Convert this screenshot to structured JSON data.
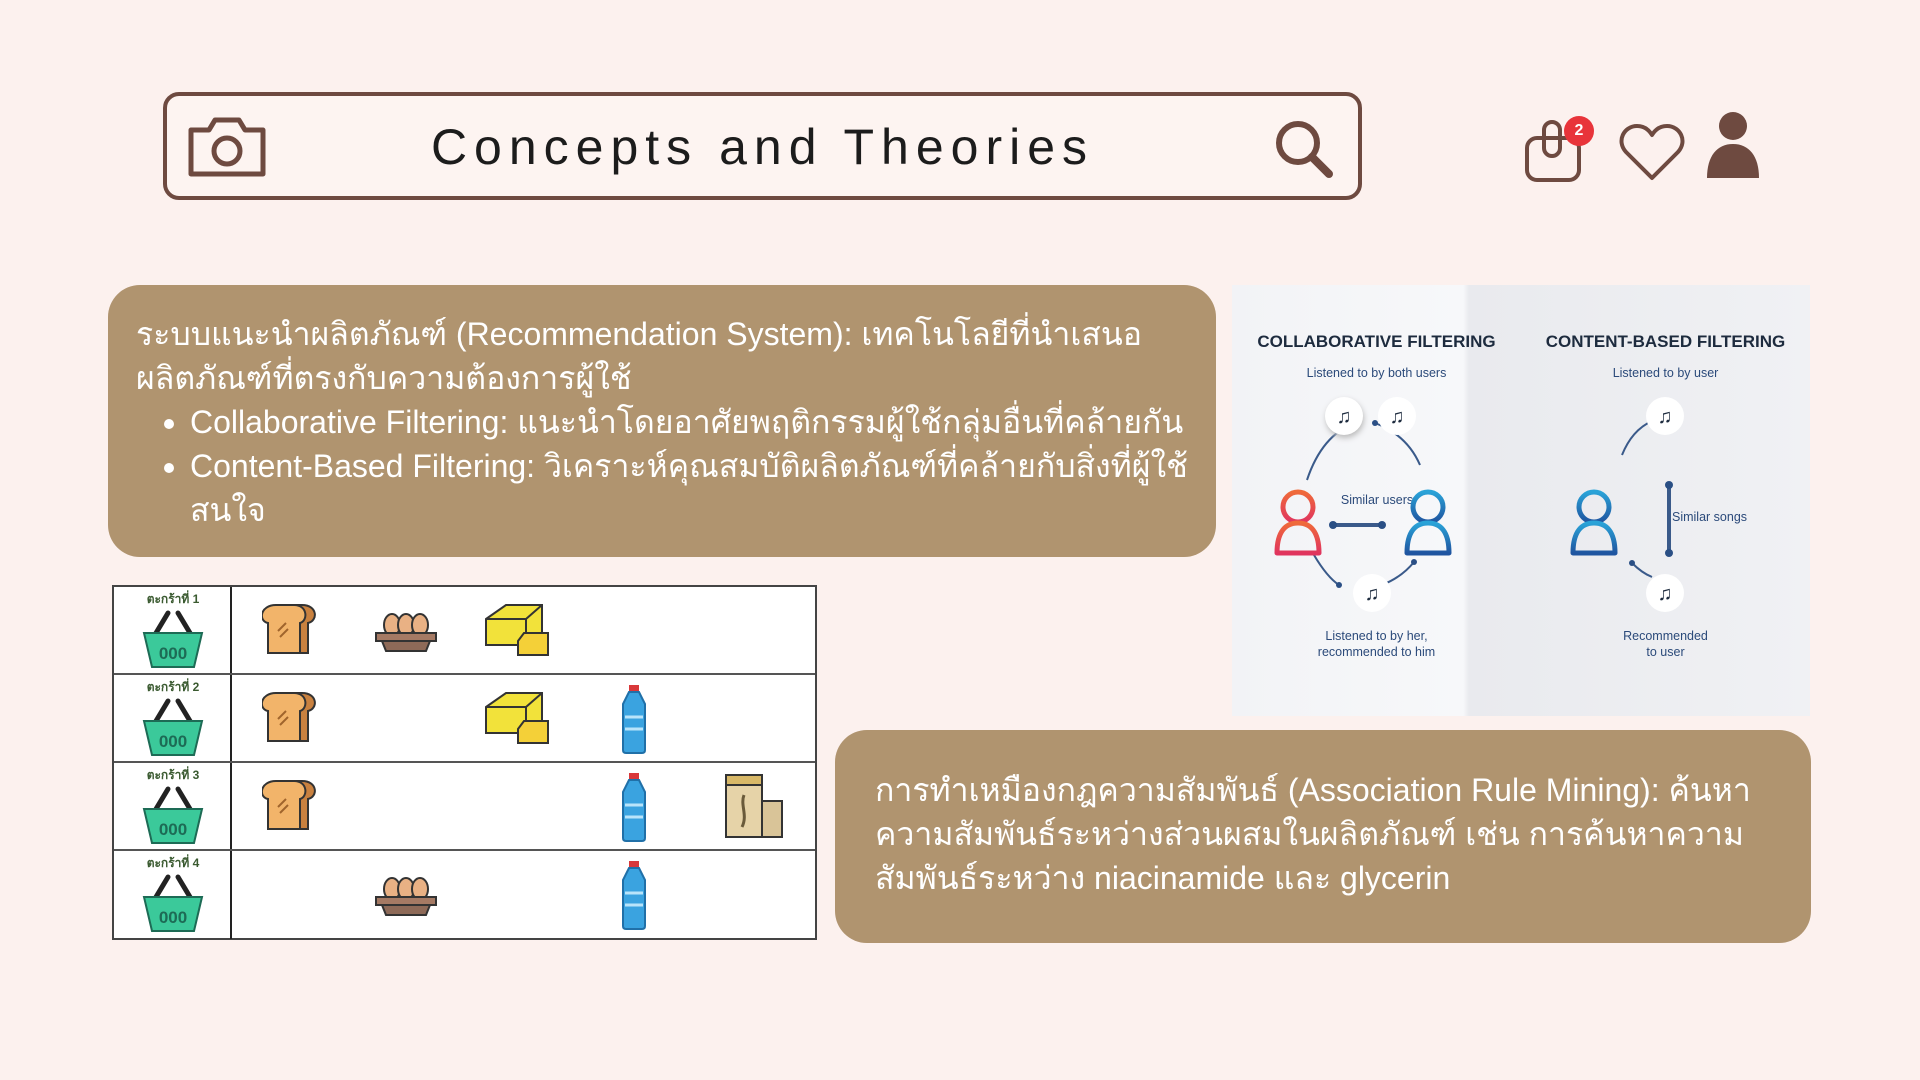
{
  "header": {
    "title": "Concepts and Theories",
    "cart_count": "2"
  },
  "box1": {
    "intro": "ระบบแนะนำผลิตภัณฑ์ (Recommendation System): เทคโนโลยีที่นำเสนอผลิตภัณฑ์ที่ตรงกับความต้องการผู้ใช้",
    "bullets": [
      "Collaborative Filtering: แนะนำโดยอาศัยพฤติกรรมผู้ใช้กลุ่มอื่นที่คล้ายกัน",
      "Content-Based Filtering: วิเคราะห์คุณสมบัติผลิตภัณฑ์ที่คล้ายกับสิ่งที่ผู้ใช้สนใจ"
    ]
  },
  "box2": {
    "text": "การทำเหมืองกฎความสัมพันธ์ (Association Rule Mining): ค้นหาความสัมพันธ์ระหว่างส่วนผสมในผลิตภัณฑ์ เช่น การค้นหาความสัมพันธ์ระหว่าง niacinamide และ glycerin"
  },
  "diagram": {
    "collab": {
      "title": "COLLABORATIVE FILTERING",
      "top": "Listened to by both users",
      "middle": "Similar users",
      "bottom1": "Listened to by her,",
      "bottom2": "recommended to him"
    },
    "content": {
      "title": "CONTENT-BASED FILTERING",
      "top": "Listened to by user",
      "middle": "Similar songs",
      "bottom1": "Recommended",
      "bottom2": "to user"
    }
  },
  "baskets": [
    {
      "label": "ตะกร้าที่ 1",
      "items": [
        "bread",
        "eggs",
        "butter"
      ]
    },
    {
      "label": "ตะกร้าที่ 2",
      "items": [
        "bread",
        "butter",
        "water"
      ]
    },
    {
      "label": "ตะกร้าที่ 3",
      "items": [
        "bread",
        "water",
        "flour"
      ]
    },
    {
      "label": "ตะกร้าที่ 4",
      "items": [
        "eggs",
        "water"
      ]
    }
  ]
}
